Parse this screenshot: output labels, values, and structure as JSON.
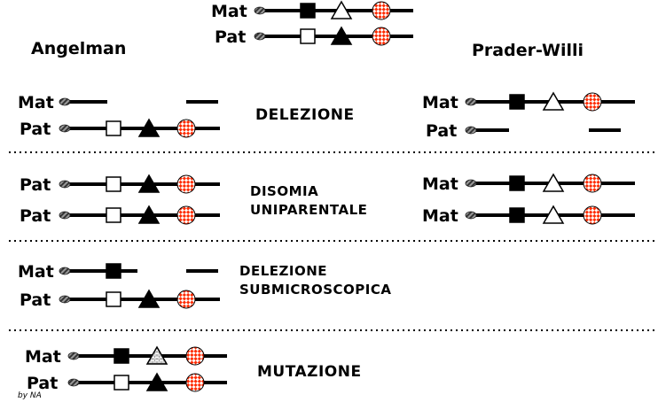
{
  "titles": {
    "left": "Angelman",
    "right": "Prader-Willi"
  },
  "cases": {
    "deletion": "DELEZIONE",
    "disomy_1": "DISOMIA",
    "disomy_2": "UNIPARENTALE",
    "submicro_1": "DELEZIONE",
    "submicro_2": "SUBMICROSCOPICA",
    "mutation": "MUTAZIONE"
  },
  "credit": "by NA",
  "colors": {
    "line": "#000000",
    "circle_fill": "#ff2a00",
    "centromere": "#777777"
  },
  "chromosomes": [
    {
      "id": "normal-mat",
      "label": "Mat",
      "state": "full",
      "markers": [
        "square-filled",
        "triangle-open",
        "circle-checkered"
      ]
    },
    {
      "id": "normal-pat",
      "label": "Pat",
      "state": "full",
      "markers": [
        "square-open",
        "triangle-filled",
        "circle-checkered"
      ]
    },
    {
      "id": "as-del-mat",
      "label": "Mat",
      "state": "deleted",
      "markers": []
    },
    {
      "id": "as-del-pat",
      "label": "Pat",
      "state": "full",
      "markers": [
        "square-open",
        "triangle-filled",
        "circle-checkered"
      ]
    },
    {
      "id": "pw-del-mat",
      "label": "Mat",
      "state": "full",
      "markers": [
        "square-filled",
        "triangle-open",
        "circle-checkered"
      ]
    },
    {
      "id": "pw-del-pat",
      "label": "Pat",
      "state": "deleted",
      "markers": []
    },
    {
      "id": "as-upd-pat1",
      "label": "Pat",
      "state": "full",
      "markers": [
        "square-open",
        "triangle-filled",
        "circle-checkered"
      ]
    },
    {
      "id": "as-upd-pat2",
      "label": "Pat",
      "state": "full",
      "markers": [
        "square-open",
        "triangle-filled",
        "circle-checkered"
      ]
    },
    {
      "id": "pw-upd-mat1",
      "label": "Mat",
      "state": "full",
      "markers": [
        "square-filled",
        "triangle-open",
        "circle-checkered"
      ]
    },
    {
      "id": "pw-upd-mat2",
      "label": "Mat",
      "state": "full",
      "markers": [
        "square-filled",
        "triangle-open",
        "circle-checkered"
      ]
    },
    {
      "id": "as-sub-mat",
      "label": "Mat",
      "state": "partial",
      "markers": [
        "square-filled"
      ]
    },
    {
      "id": "as-sub-pat",
      "label": "Pat",
      "state": "full",
      "markers": [
        "square-open",
        "triangle-filled",
        "circle-checkered"
      ]
    },
    {
      "id": "as-mut-mat",
      "label": "Mat",
      "state": "full",
      "markers": [
        "square-filled",
        "triangle-hatched",
        "circle-checkered"
      ]
    },
    {
      "id": "as-mut-pat",
      "label": "Pat",
      "state": "full",
      "markers": [
        "square-open",
        "triangle-filled",
        "circle-checkered"
      ]
    }
  ]
}
